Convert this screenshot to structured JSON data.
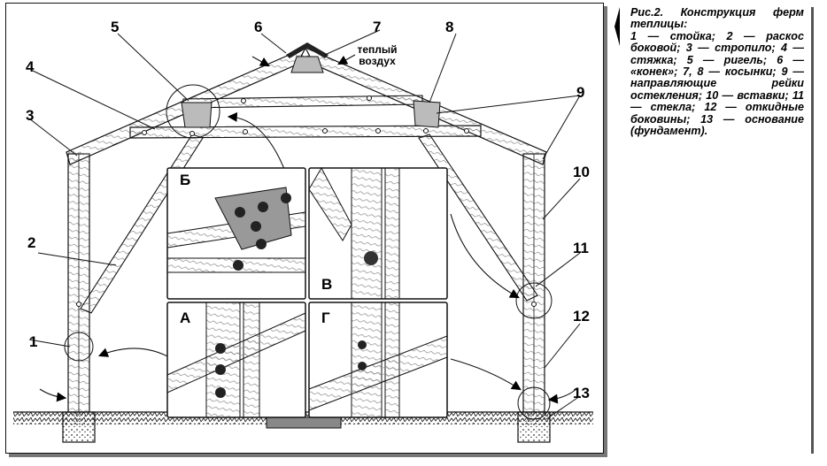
{
  "caption": {
    "title": "Рис.2. Конструкция ферм теплицы:",
    "body": "1 — стойка; 2 — раскос боковой; 3 — стропило; 4 — стяжка; 5 — ригель; 6 — «конек»; 7, 8 — косынки; 9 — направляющие рейки остекления; 10 — вставки; 11 — стекла; 12 — откидные боковины; 13 — основание (фундамент)."
  },
  "ridge_note": "теплый воздух",
  "numbers": {
    "n1": "1",
    "n2": "2",
    "n3": "3",
    "n4": "4",
    "n5": "5",
    "n6": "6",
    "n7": "7",
    "n8": "8",
    "n9": "9",
    "n10": "10",
    "n11": "11",
    "n12": "12",
    "n13": "13"
  },
  "insets": {
    "b": "Б",
    "v": "В",
    "a": "А",
    "g": "Г"
  }
}
